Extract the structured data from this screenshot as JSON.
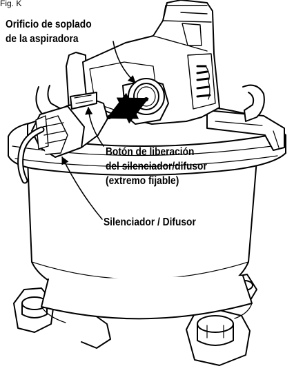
{
  "figure": {
    "label": "Fig. K"
  },
  "callouts": {
    "blower_port": [
      "Orificio de soplado",
      "de la aspiradora"
    ],
    "release_button": [
      "Botón de liberación",
      "del silenciador/difusor",
      "(extremo fijable)"
    ],
    "diffuser": [
      "Silenciador / Difusor"
    ]
  }
}
